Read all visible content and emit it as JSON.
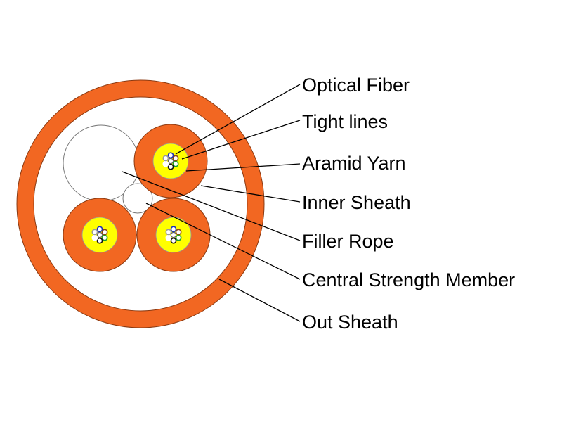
{
  "labels": {
    "optical_fiber": "Optical Fiber",
    "tight_lines": "Tight lines",
    "aramid_yarn": "Aramid Yarn",
    "inner_sheath": "Inner Sheath",
    "filler_rope": "Filler Rope",
    "central_strength_member": "Central Strength Member",
    "out_sheath": "Out Sheath"
  },
  "colors": {
    "sheath_orange": "#F26722",
    "aramid_yellow": "#FFFF00",
    "background": "#FFFFFF",
    "line": "#000000",
    "fiber_colors": [
      "#1A2FB8",
      "#F26722",
      "#1A9E2A",
      "#8B4513",
      "#9A9A9A",
      "#FFFFFF",
      "#E01010",
      "#111111",
      "#F2E600",
      "#8A2BE2",
      "#E85AAA",
      "#37C4E6"
    ]
  }
}
